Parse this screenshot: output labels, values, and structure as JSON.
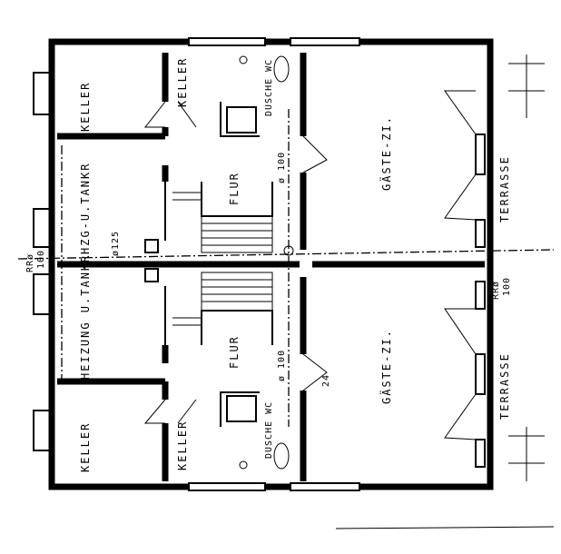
{
  "rooms": {
    "keller_top_left": "KELLER",
    "keller_top_mid": "KELLER",
    "dusche_wc_top": "DUSCHE WC",
    "gaeste_top": "GÄSTE-ZI.",
    "terrasse_top": "TERRASSE",
    "hzg_tank": "HZG-U.TANKR",
    "flur_top": "FLUR",
    "heizung_tank": "HEIZUNG U.TANKR",
    "flur_bottom": "FLUR",
    "gaeste_bottom": "GÄSTE-ZI.",
    "terrasse_bottom": "TERRASSE",
    "keller_bottom_left": "KELLER",
    "keller_bottom_mid": "KELLER",
    "dusche_wc_bottom": "DUSCHE WC"
  },
  "annotations": {
    "pipe_top": "ø 100",
    "pipe_bottom": "ø 100",
    "flue": "ø125",
    "rr_left_a": "RRø",
    "rr_left_b": "100",
    "rr_right_a": "RRø",
    "rr_right_b": "100",
    "level": "24"
  }
}
